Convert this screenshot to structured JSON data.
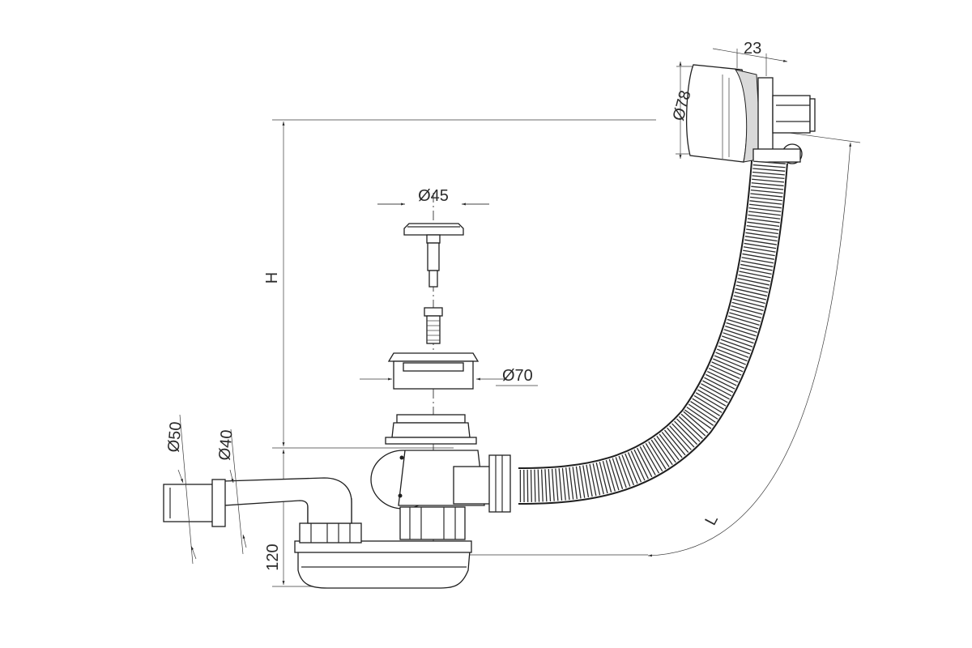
{
  "dimensions": {
    "d23": "23",
    "d78": "Ø78",
    "d45": "Ø45",
    "d70": "Ø70",
    "d50": "Ø50",
    "d40": "Ø40",
    "h": "H",
    "h120": "120",
    "l": "L"
  }
}
